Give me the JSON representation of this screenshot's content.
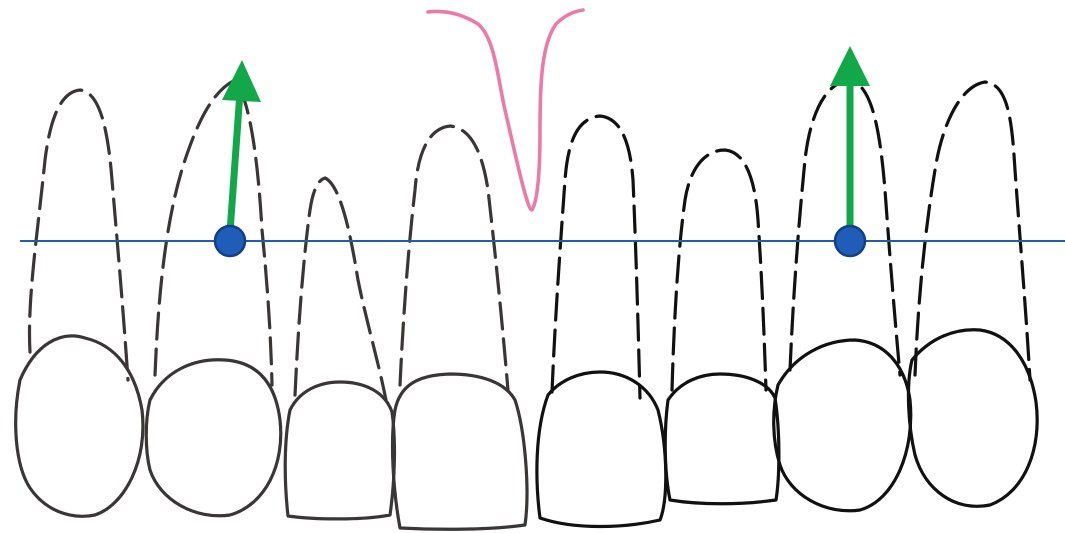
{
  "colors": {
    "background": "#ffffff",
    "outline_faded": "#3a3636",
    "outline_dark": "#111111",
    "reference_line": "#1f5fa8",
    "arrow": "#12a84a",
    "marker_fill": "#1f5db8",
    "marker_stroke": "#123f86",
    "gingiva_outline": "#ec7aa6"
  },
  "teeth": [
    {
      "id": "tooth-1",
      "tone": "faded"
    },
    {
      "id": "tooth-2",
      "tone": "faded"
    },
    {
      "id": "tooth-3",
      "tone": "faded"
    },
    {
      "id": "tooth-4",
      "tone": "faded"
    },
    {
      "id": "tooth-5",
      "tone": "dark"
    },
    {
      "id": "tooth-6",
      "tone": "dark"
    },
    {
      "id": "tooth-7",
      "tone": "dark"
    },
    {
      "id": "tooth-8",
      "tone": "dark"
    }
  ],
  "markers": [
    {
      "id": "left",
      "icon": "circle-marker",
      "arrow": "up-arrow-icon"
    },
    {
      "id": "right",
      "icon": "circle-marker",
      "arrow": "up-arrow-icon"
    }
  ]
}
